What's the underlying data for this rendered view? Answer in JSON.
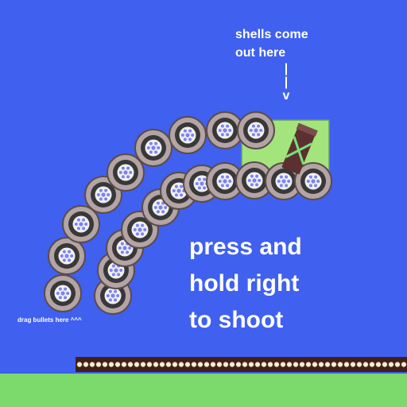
{
  "hints": {
    "shells_line1": "shells come",
    "shells_line2": "out here",
    "arrow_line1": "|",
    "arrow_line2": "|",
    "arrow_line3": "v",
    "help_line1": "press and",
    "help_line2": "hold right",
    "help_line3": "to shoot",
    "drag_hint": "drag bullets here ^^^"
  },
  "colors": {
    "sky": "#4060f0",
    "ground": "#7cda6c",
    "chamber": "#a4e47c",
    "wheel_rim": "#b4a4a4",
    "wheel_dark": "#383838",
    "hub": "#7c84f0",
    "gun": "#5c3030",
    "crosshair": "#7ce07c",
    "belt": "#402018",
    "bead": "#d8c880"
  }
}
